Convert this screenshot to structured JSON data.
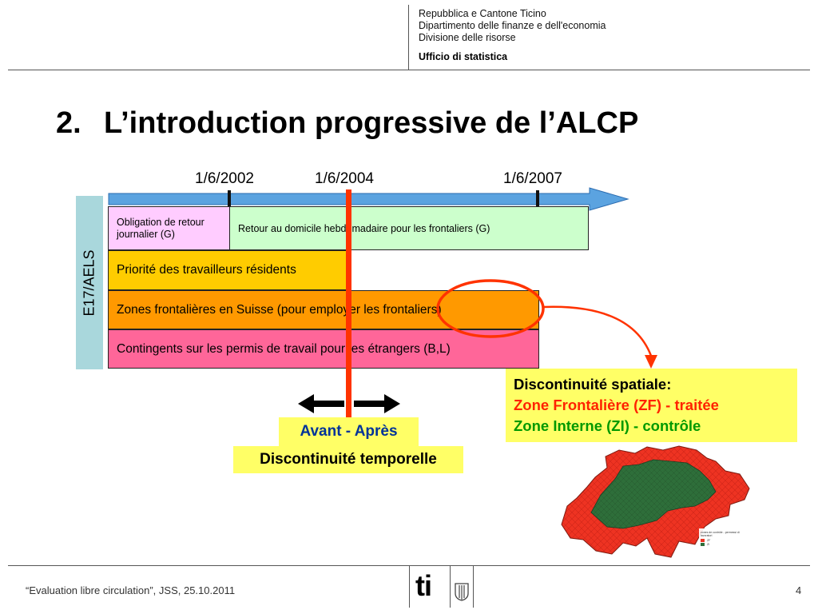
{
  "header": {
    "lines": [
      "Repubblica e Cantone Ticino",
      "Dipartimento delle finanze e dell'economia",
      "Divisione delle risorse"
    ],
    "office": "Ufficio di statistica"
  },
  "slide": {
    "number": "2.",
    "title": "L’introduction progressive de l’ALCP"
  },
  "timeline": {
    "dates": [
      "1/6/2002",
      "1/6/2004",
      "1/6/2007"
    ],
    "side_label": "E17/AELS",
    "bars": {
      "obligation": "Obligation de retour journalier (G)",
      "retour": "Retour au domicile hebdomadaire pour les frontaliers (G)",
      "priorite": "Priorité des travailleurs résidents",
      "zones": "Zones frontalières en Suisse (pour employer les frontaliers)",
      "contingents": "Contingents sur les permis de travail pour les étrangers (B,L)"
    },
    "colors": {
      "arrow": "#5ba3e0",
      "obligation": "#ffccff",
      "retour": "#ccffcc",
      "priorite": "#ffcc00",
      "zones": "#ff9900",
      "contingents": "#ff6699",
      "marker": "#ff3300"
    }
  },
  "callouts": {
    "spatial": {
      "heading": "Discontinuité spatiale:",
      "treated": "Zone Frontalière (ZF) - traitée",
      "control": "Zone Interne (ZI) - contrôle",
      "treated_color": "#ff2200",
      "control_color": "#009900"
    },
    "temporal": {
      "before_after": "Avant - Après",
      "label": "Discontinuité temporelle",
      "before_after_color": "#003399"
    }
  },
  "map": {
    "legend_title": "zones de contrôle - permessi di lavoratori",
    "legend_items": [
      "ZF",
      "ZI"
    ],
    "legend_colors": [
      "#ee3322",
      "#2e6e3a"
    ]
  },
  "footer": {
    "text": "“Evaluation libre circulation”, JSS, 25.10.2011",
    "page": "4",
    "logo_text": "ti"
  }
}
